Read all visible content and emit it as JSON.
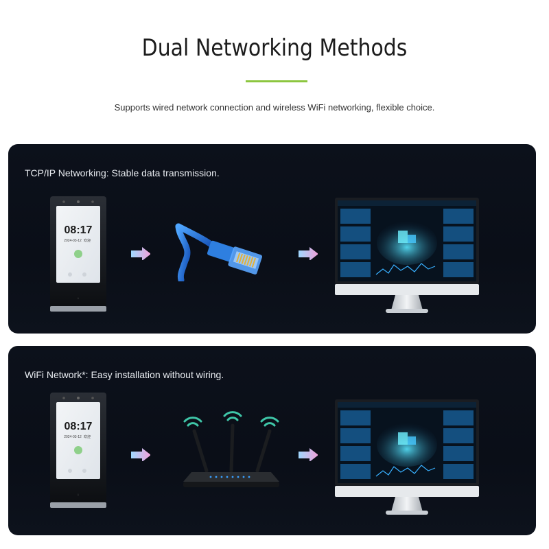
{
  "header": {
    "title": "Dual Networking Methods",
    "subtitle": "Supports wired network connection and wireless WiFi networking, flexible choice."
  },
  "panels": [
    {
      "label": "TCP/IP Networking: Stable data transmission.",
      "device_time": "08:17",
      "device_date": "2024-03-12",
      "device_greeting": "欢迎",
      "connector": "ethernet-cable-icon"
    },
    {
      "label": "WiFi Network*: Easy installation without wiring.",
      "device_time": "08:17",
      "device_date": "2024-03-12",
      "device_greeting": "欢迎",
      "connector": "wifi-router-icon"
    }
  ],
  "colors": {
    "accent": "#8cc63f",
    "panel_bg": "#0c111b",
    "arrow_start": "#9fd8ff",
    "arrow_end": "#f2a0d8",
    "cable_blue": "#2a7fe0",
    "wifi_green": "#3fc6a8"
  }
}
